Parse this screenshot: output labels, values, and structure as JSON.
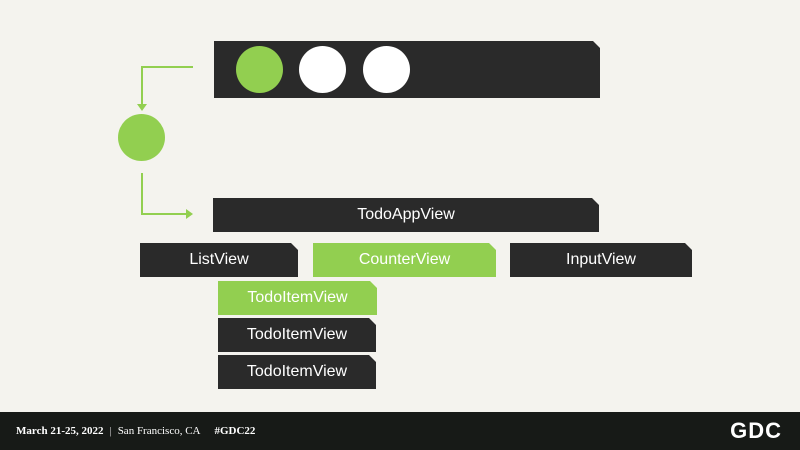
{
  "diagram": {
    "root": "TodoAppView",
    "children": [
      "ListView",
      "CounterView",
      "InputView"
    ],
    "list_items": [
      "TodoItemView",
      "TodoItemView",
      "TodoItemView"
    ],
    "indicator": [
      "filled",
      "empty",
      "empty"
    ],
    "colors": {
      "green": "#92cf50",
      "dark": "#2a2a2a",
      "background": "#f4f3ee"
    }
  },
  "footer": {
    "dates": "March 21-25, 2022",
    "location": "San Francisco, CA",
    "hashtag": "#GDC22",
    "logo": "GDC"
  }
}
